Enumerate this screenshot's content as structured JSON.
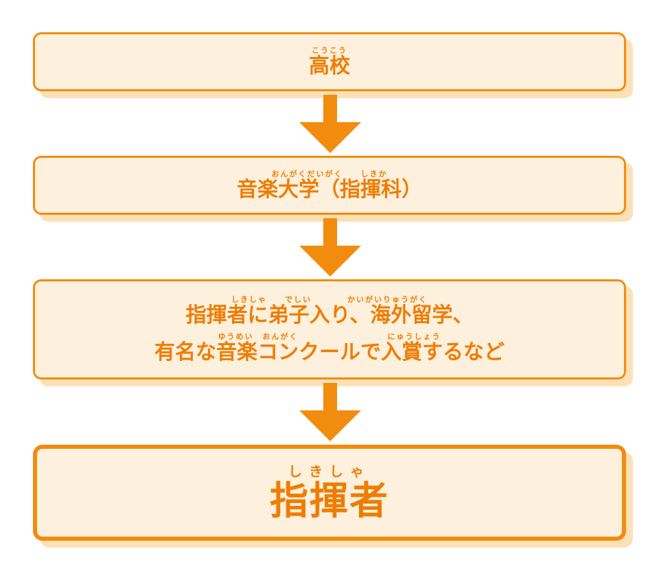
{
  "colors": {
    "accent": "#f28c0f",
    "box_fill": "#fdf0dc",
    "shadow": "#fde0b6",
    "text": "#ee7d05"
  },
  "steps": [
    {
      "lines": [
        {
          "ruby": "こうこう",
          "text": "高校"
        }
      ]
    },
    {
      "lines": [
        {
          "ruby": "おんがくだいがく　　しきか",
          "text": "音楽大学（指揮科）"
        }
      ]
    },
    {
      "lines": [
        {
          "ruby": "しきしゃ　　でしい　　　　かいがいりゅうがく",
          "text": "指揮者に弟子入り、海外留学、"
        },
        {
          "ruby": "ゆうめい　おんがく　　　　　　　　　　にゅうしょう",
          "text": "有名な音楽コンクールで入賞するなど"
        }
      ]
    },
    {
      "lines": [
        {
          "ruby": "しきしゃ",
          "text": "指揮者"
        }
      ]
    }
  ]
}
